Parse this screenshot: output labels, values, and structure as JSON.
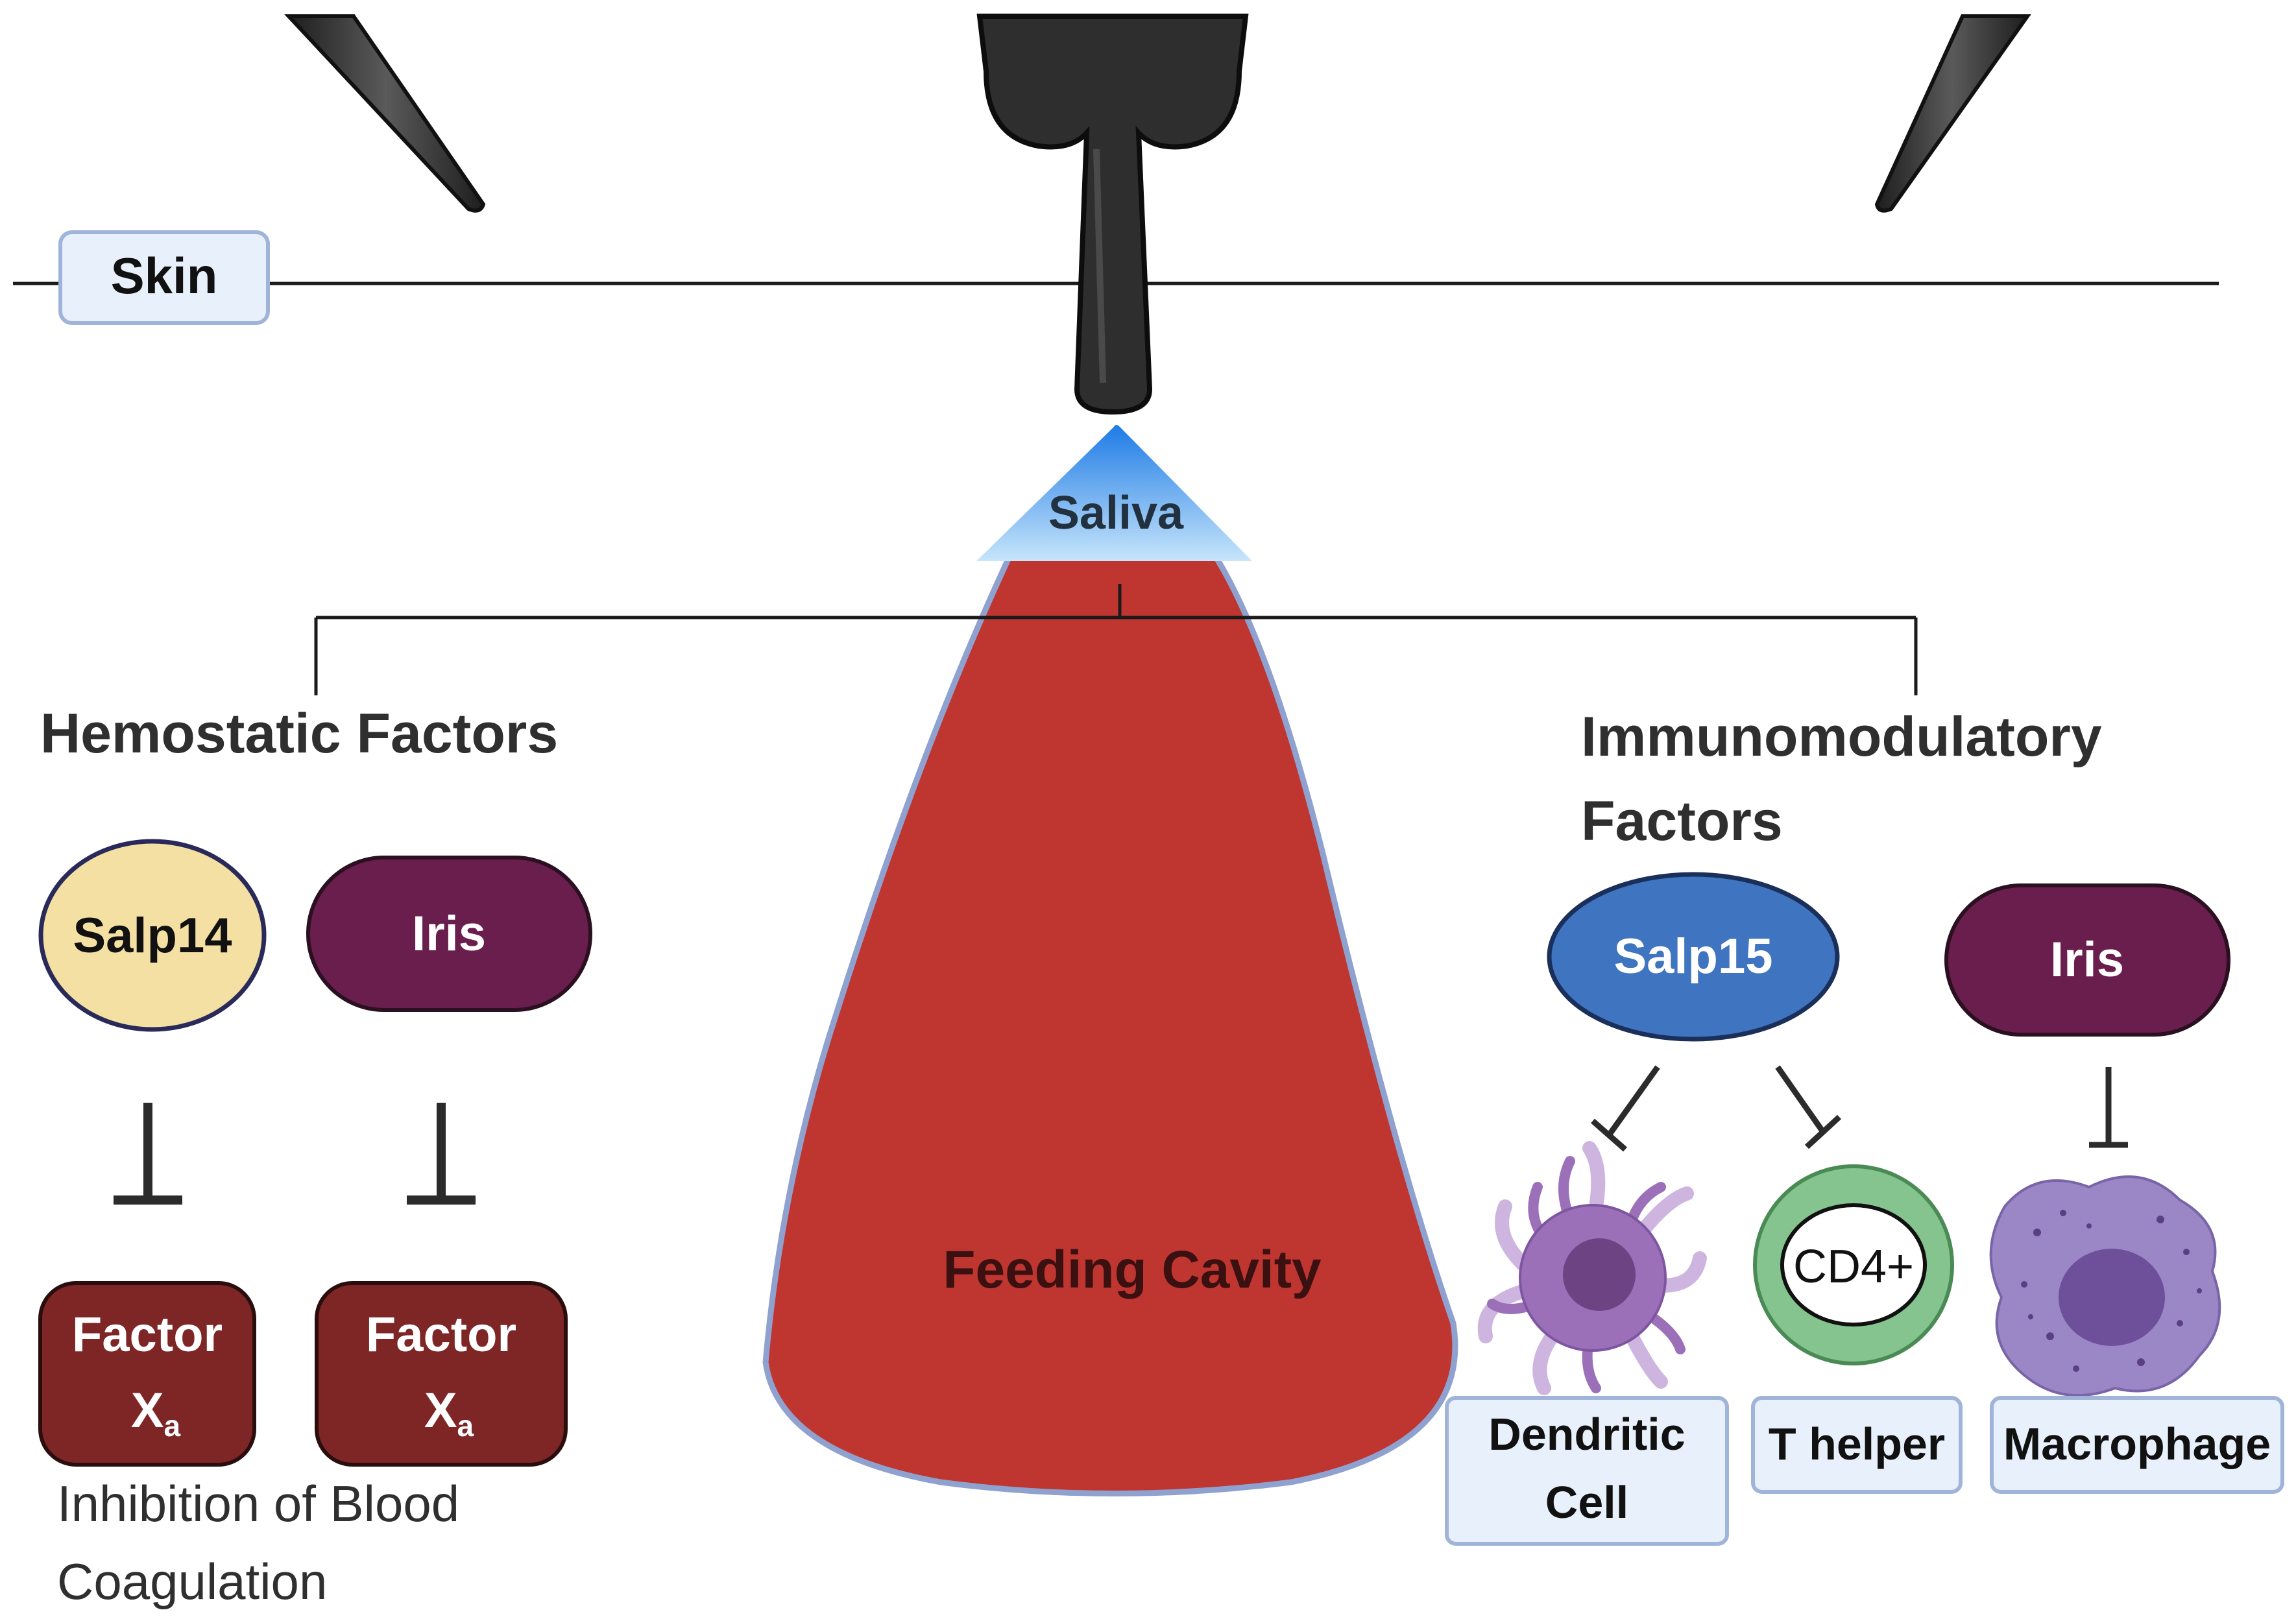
{
  "skin_label": "Skin",
  "saliva_label": "Saliva",
  "feeding_cavity_label": "Feeding Cavity",
  "hemostatic": {
    "title": "Hemostatic Factors",
    "factors": [
      {
        "name": "Salp14",
        "target_main": "Factor",
        "target_x": "X",
        "target_sub": "a"
      },
      {
        "name": "Iris",
        "target_main": "Factor",
        "target_x": "X",
        "target_sub": "a"
      }
    ],
    "note_line1": "Inhibition of Blood",
    "note_line2": "Coagulation"
  },
  "immunomodulatory": {
    "title_line1": "Immunomodulatory",
    "title_line2": "Factors",
    "salp15": "Salp15",
    "iris": "Iris",
    "cd4_label": "CD4+",
    "targets": [
      {
        "line1": "Dendritic",
        "line2": "Cell"
      },
      {
        "line1": "T helper"
      },
      {
        "line1": "Macrophage"
      }
    ]
  },
  "colors": {
    "salp14_fill": "#f5e0a3",
    "iris_fill": "#6a1e4d",
    "salp15_fill": "#3f74c1",
    "factor_fill": "#7e2626",
    "cavity_fill": "#bf3530",
    "cavity_stroke": "#8fa2cf",
    "label_box_fill": "#e8f0fb",
    "label_box_stroke": "#9fb4d8",
    "saliva_top": "#1e7be6",
    "saliva_bottom": "#bfe0fa",
    "tick_dark": "#2b2b2b",
    "dendritic": "#9b70b8",
    "thelper_ring": "#85c48f",
    "macrophage": "#9b86c6"
  }
}
